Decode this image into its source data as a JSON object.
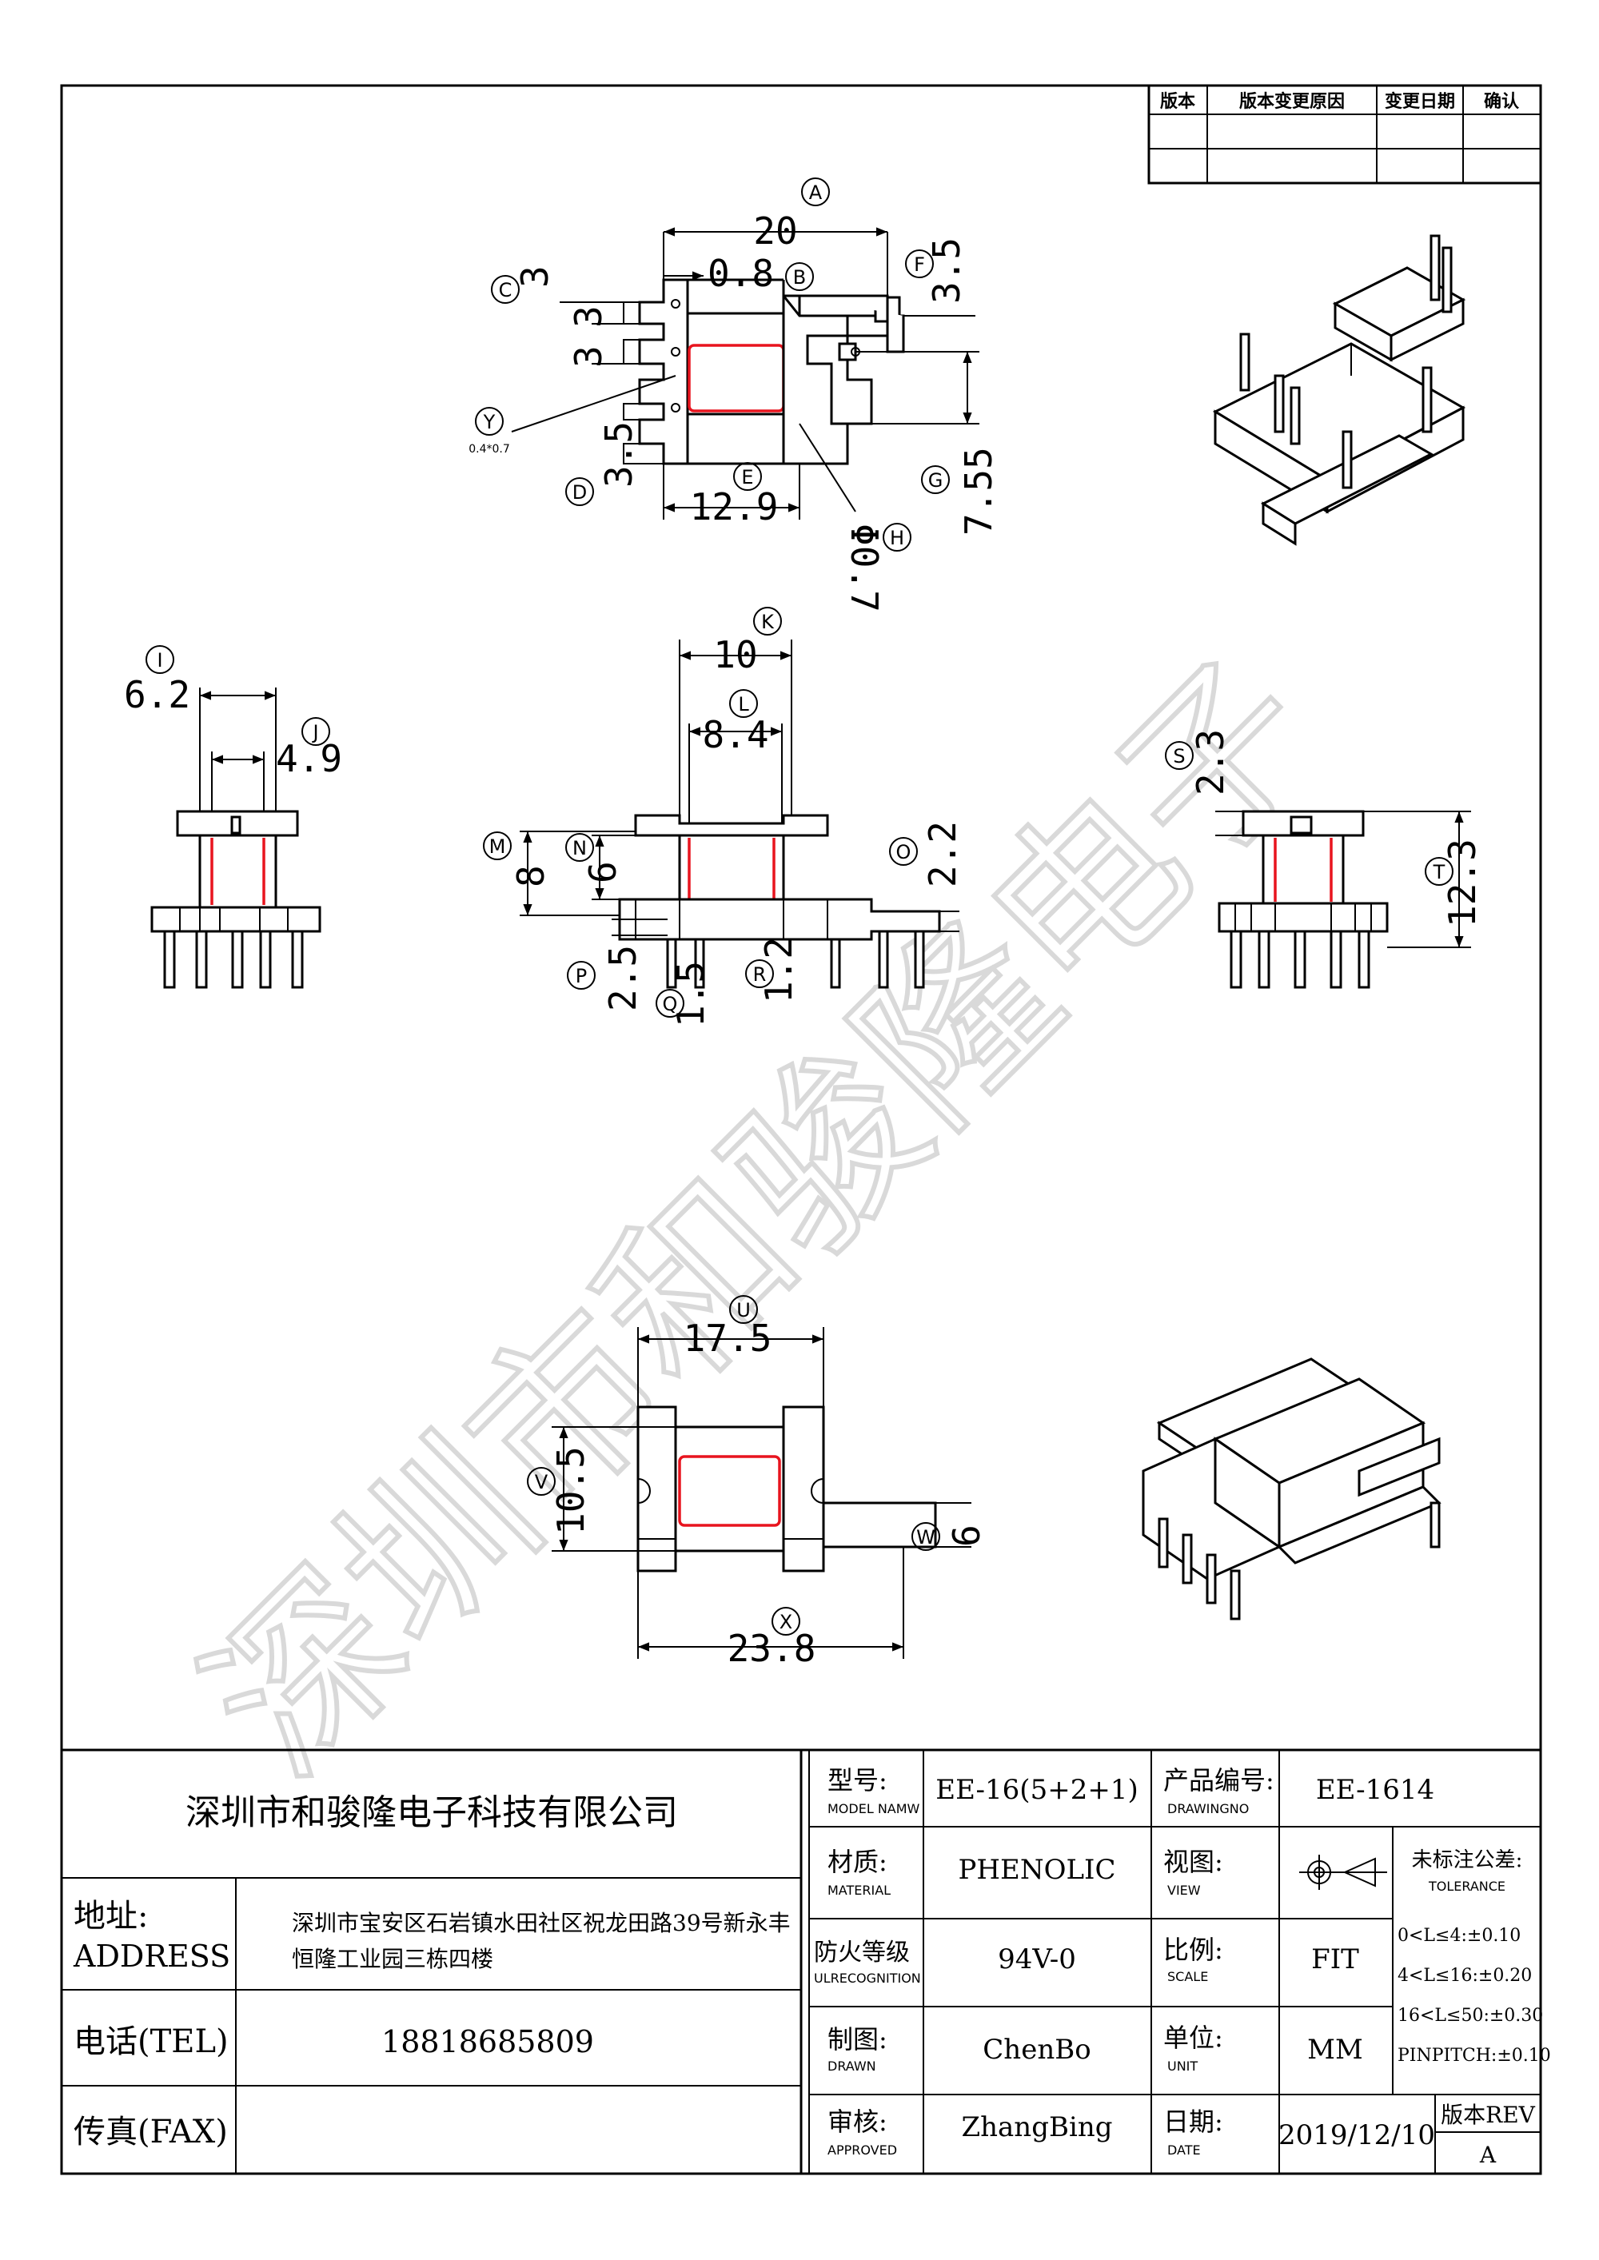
{
  "revision_table": {
    "headers": [
      "版本",
      "版本变更原因",
      "变更日期",
      "确认"
    ]
  },
  "views": {
    "top": {
      "A": "A",
      "dim_A": "20",
      "B": "B",
      "dim_B": "0.8",
      "C": "C",
      "dim_C": "3",
      "dim_C2": "3",
      "D": "D",
      "dim_D": "3.5",
      "E": "E",
      "dim_E": "12.9",
      "F": "F",
      "dim_F": "3.5",
      "G": "G",
      "dim_G": "7.55",
      "H": "H",
      "dim_H": "Φ0.7",
      "Y": "Y",
      "dim_Y": "0.4*0.7"
    },
    "side": {
      "I": "I",
      "dim_I": "6.2",
      "J": "J",
      "dim_J": "4.9"
    },
    "front": {
      "K": "K",
      "dim_K": "10",
      "L": "L",
      "dim_L": "8.4",
      "M": "M",
      "dim_M": "8",
      "N": "N",
      "dim_N": "6",
      "O": "O",
      "dim_O": "2.2",
      "P": "P",
      "dim_P": "2.5",
      "Q": "Q",
      "dim_Q": "1.5",
      "R": "R",
      "dim_R": "1.2"
    },
    "right": {
      "S": "S",
      "dim_S": "2.3",
      "T": "T",
      "dim_T": "12.3"
    },
    "bottom": {
      "U": "U",
      "dim_U": "17.5",
      "V": "V",
      "dim_V": "10.5",
      "W": "W",
      "dim_W": "6",
      "X": "X",
      "dim_X": "23.8"
    }
  },
  "watermark": "深圳市和骏隆电子",
  "title_block": {
    "company": "深圳市和骏隆电子科技有限公司",
    "address_label_cn": "地址:",
    "address_label_en": "ADDRESS",
    "address_line1": "深圳市宝安区石岩镇水田社区祝龙田路39号新永丰",
    "address_line2": "恒隆工业园三栋四楼",
    "tel_label": "电话(TEL)",
    "tel": "18818685809",
    "fax_label": "传真(FAX)",
    "fax": "",
    "model_label_cn": "型号:",
    "model_label_en": "MODEL NAMW",
    "model": "EE-16(5+2+1)",
    "drawing_label_cn": "产品编号:",
    "drawing_label_en": "DRAWINGNO",
    "drawing_no": "EE-1614",
    "material_label_cn": "材质:",
    "material_label_en": "MATERIAL",
    "material": "PHENOLIC",
    "view_label_cn": "视图:",
    "view_label_en": "VIEW",
    "tolerance_label_cn": "未标注公差:",
    "tolerance_label_en": "TOLERANCE",
    "tolerances": [
      "0<L≤4:±0.10",
      "4<L≤16:±0.20",
      "16<L≤50:±0.30",
      "PINPITCH:±0.10"
    ],
    "flame_label_cn": "防火等级",
    "flame_label_en": "ULRECOGNITION",
    "flame": "94V-0",
    "scale_label_cn": "比例:",
    "scale_label_en": "SCALE",
    "scale": "FIT",
    "drawn_label_cn": "制图:",
    "drawn_label_en": "DRAWN",
    "drawn": "ChenBo",
    "unit_label_cn": "单位:",
    "unit_label_en": "UNIT",
    "unit": "MM",
    "approved_label_cn": "审核:",
    "approved_label_en": "APPROVED",
    "approved": "ZhangBing",
    "date_label_cn": "日期:",
    "date_label_en": "DATE",
    "date": "2019/12/10",
    "rev_label": "版本REV",
    "rev": "A"
  }
}
